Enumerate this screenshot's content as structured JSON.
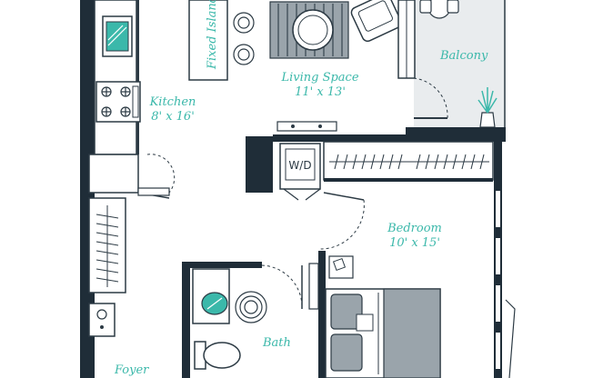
{
  "rooms": {
    "kitchen": {
      "name": "Kitchen",
      "size": "8' x 16'"
    },
    "living": {
      "name": "Living Space",
      "size": "11' x 13'"
    },
    "balcony": {
      "name": "Balcony"
    },
    "bedroom": {
      "name": "Bedroom",
      "size": "10' x 15'"
    },
    "bath": {
      "name": "Bath"
    },
    "foyer": {
      "name": "Foyer"
    }
  },
  "fixtures": {
    "island": "Fixed Island",
    "washer_dryer": "W/D"
  },
  "colors": {
    "wall": "#1f2d38",
    "label": "#3bb8aa",
    "balcony_fill": "#e9ecee",
    "fixture_line": "#2c3a44",
    "accent": "#3bb8aa",
    "furniture_fill": "#9aa4ab"
  }
}
